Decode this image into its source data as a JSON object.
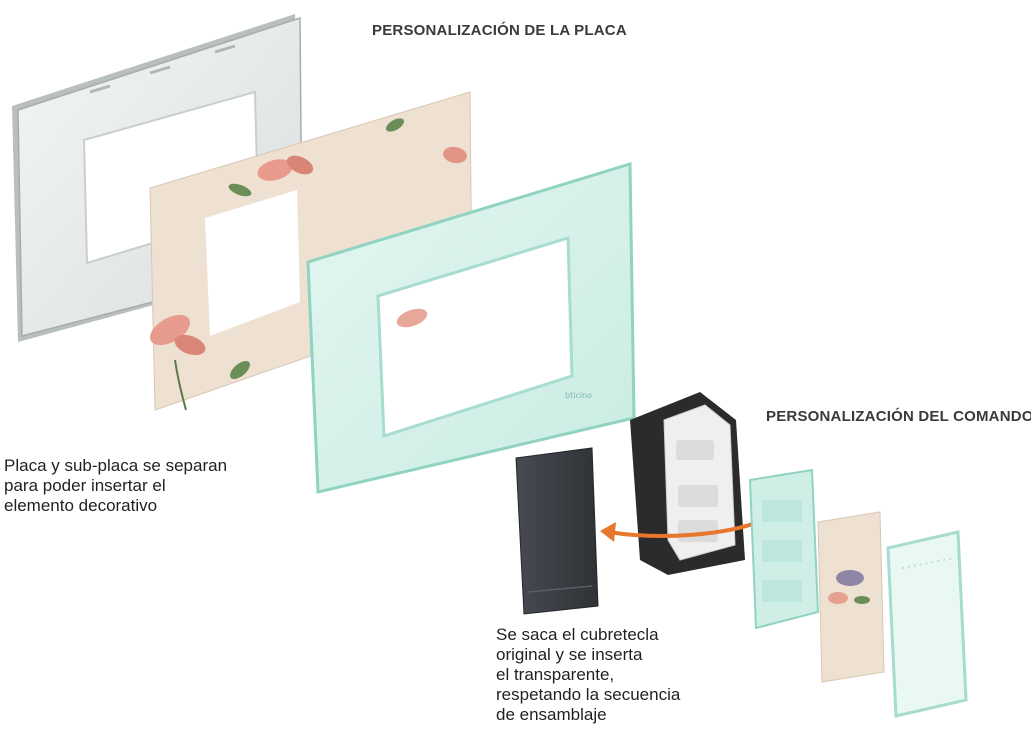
{
  "titles": {
    "plate": "PERSONALIZACIÓN DE LA PLACA",
    "command": "PERSONALIZACIÓN DEL COMANDO"
  },
  "captions": {
    "plate": [
      "Placa y sub-placa se separan",
      "para poder insertar el",
      "elemento decorativo"
    ],
    "command": [
      "Se saca el cubretecla",
      "original y se inserta",
      "el transparente,",
      "respetando la secuencia",
      "de ensamblaje"
    ]
  },
  "brand_mark": "bticino",
  "colors": {
    "arrow": "#e8772e",
    "glass": "#bfe9de",
    "floral_paper": "#efe1d2",
    "mechanism": "#2b2b2b",
    "key_cover": "#3a3d42"
  }
}
